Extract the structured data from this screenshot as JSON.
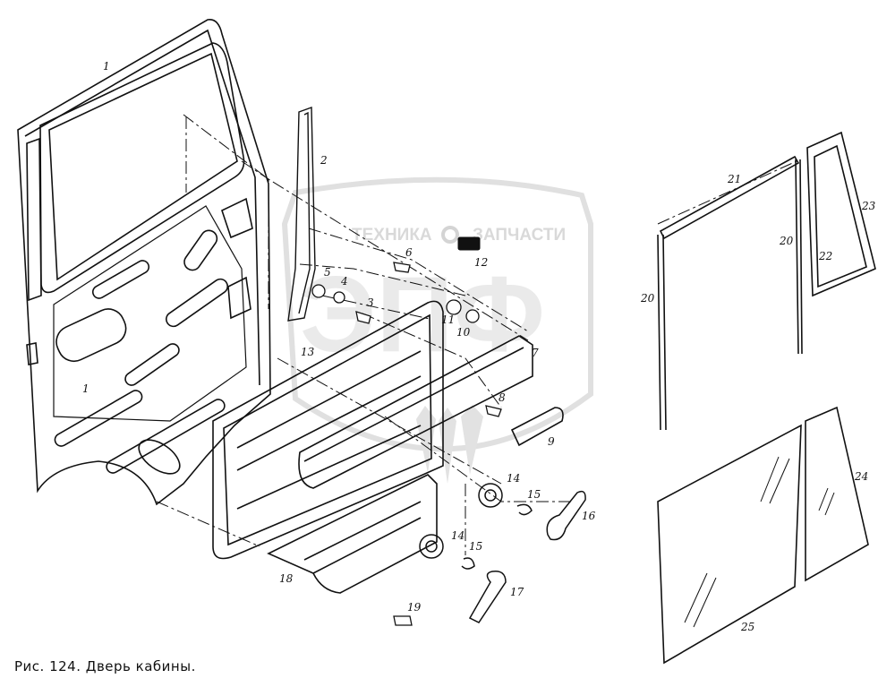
{
  "figure": {
    "caption": "Рис. 124. Дверь кабины."
  },
  "watermark": {
    "left_word": "ТЕХНИКА",
    "right_word": "ЗАПЧАСТИ",
    "big_letters": "ЭПФ",
    "color": "#d9d9d9"
  },
  "callouts": [
    "1",
    "1",
    "2",
    "3",
    "4",
    "5",
    "6",
    "7",
    "8",
    "9",
    "10",
    "11",
    "12",
    "13",
    "14",
    "14",
    "15",
    "15",
    "16",
    "17",
    "18",
    "19",
    "20",
    "20",
    "21",
    "22",
    "23",
    "24",
    "25"
  ],
  "colors": {
    "line": "#111111",
    "background": "#ffffff"
  }
}
